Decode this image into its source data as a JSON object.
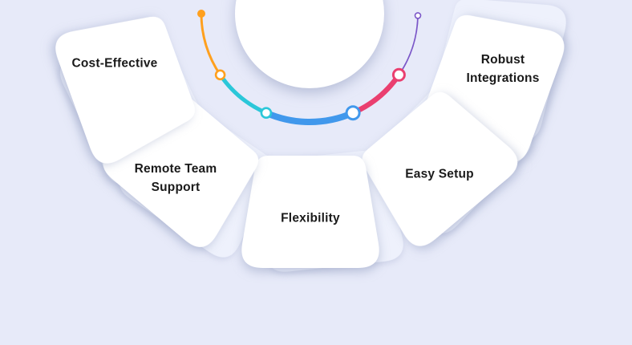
{
  "colors": {
    "background": "#e7eaf9",
    "card": "#ffffff",
    "ghost_petal": "#eef1fc",
    "text": "#1a1a1a"
  },
  "cards": [
    {
      "id": "cost-effective",
      "label": "Cost-Effective"
    },
    {
      "id": "remote-team-support",
      "label": "Remote Team Support"
    },
    {
      "id": "flexibility",
      "label": "Flexibility"
    },
    {
      "id": "easy-setup",
      "label": "Easy Setup"
    },
    {
      "id": "robust-integrations",
      "label": "Robust Integrations"
    }
  ],
  "arc": {
    "segments": [
      {
        "id": "cost-effective",
        "color": "#ffa01e"
      },
      {
        "id": "remote-team-support",
        "color": "#2bc7d9"
      },
      {
        "id": "flexibility",
        "color": "#4198ec"
      },
      {
        "id": "easy-setup",
        "color": "#ea3f6f"
      },
      {
        "id": "robust-integrations",
        "color": "#7b57c8"
      }
    ],
    "markers": [
      {
        "id": "start-dot",
        "style": "filled",
        "color": "#ffa01e"
      },
      {
        "id": "junction-orange-cyan",
        "style": "open",
        "color": "#ffa01e"
      },
      {
        "id": "junction-cyan-blue",
        "style": "open",
        "color": "#2bc7d9"
      },
      {
        "id": "junction-blue-pink",
        "style": "open",
        "color": "#4198ec"
      },
      {
        "id": "junction-pink-purple",
        "style": "open",
        "color": "#ea3f6f"
      },
      {
        "id": "end-ring",
        "style": "open",
        "color": "#7b57c8"
      }
    ]
  }
}
